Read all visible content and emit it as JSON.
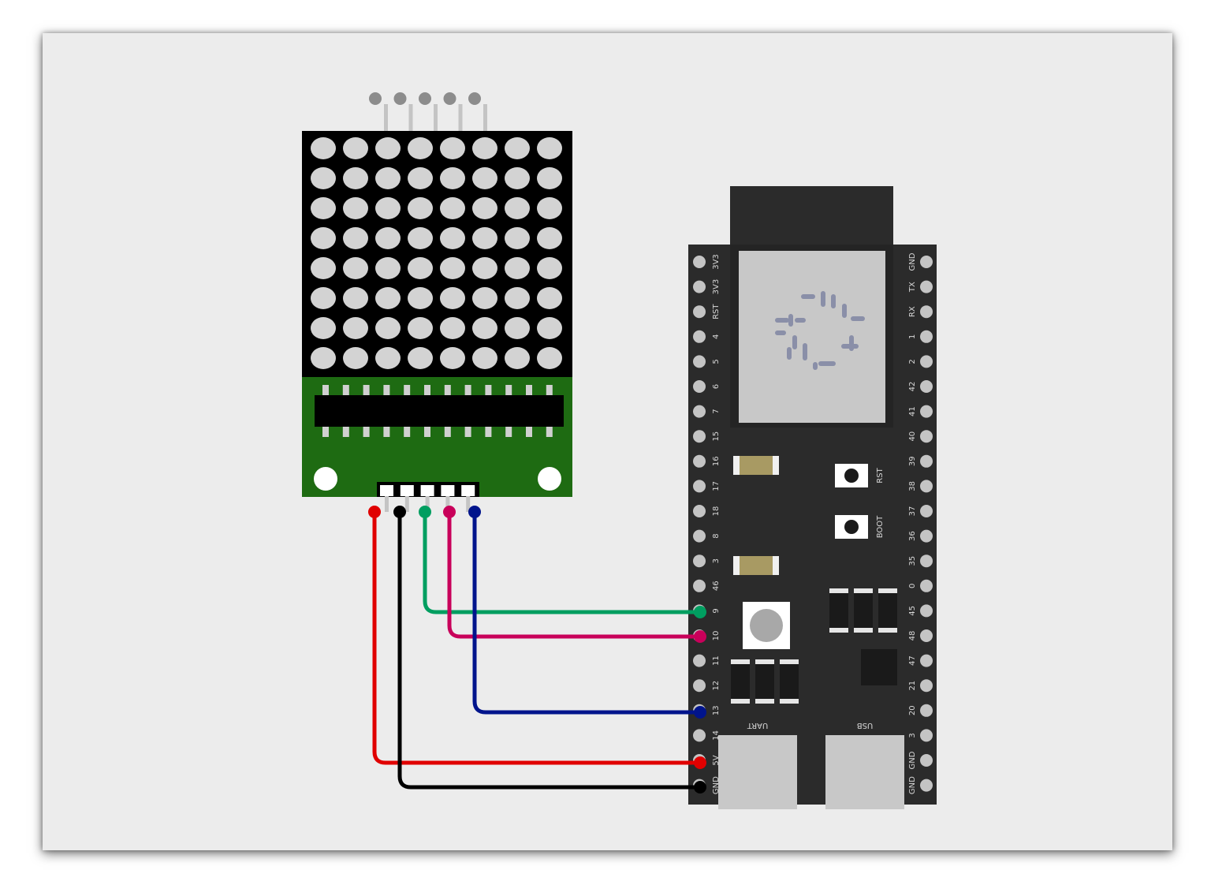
{
  "matrix_module": {
    "rows": 8,
    "cols": 8,
    "header_pin_count": 5,
    "colors": {
      "matrix_bg": "#000000",
      "led_off": "#d3d3d3",
      "pcb": "#1e6b12",
      "chip": "#000000"
    }
  },
  "esp32_board": {
    "left_pins": [
      "3V3",
      "3V3",
      "RST",
      "4",
      "5",
      "6",
      "7",
      "15",
      "16",
      "17",
      "18",
      "8",
      "3",
      "46",
      "9",
      "10",
      "11",
      "12",
      "13",
      "14",
      "5V",
      "GND"
    ],
    "right_pins": [
      "GND",
      "TX",
      "RX",
      "1",
      "2",
      "42",
      "41",
      "40",
      "39",
      "38",
      "37",
      "36",
      "35",
      "0",
      "45",
      "48",
      "47",
      "21",
      "20",
      "3",
      "GND",
      "GND"
    ],
    "buttons": {
      "reset": "RST",
      "boot": "BOOT"
    },
    "usb_ports": {
      "uart": "UART",
      "usb": "USB"
    },
    "colors": {
      "board": "#2b2b2b",
      "module_shield": "#c8c8c8",
      "logo": "#8a8fa8",
      "pin": "#c4c4c4"
    }
  },
  "wires": [
    {
      "name": "wire-5v",
      "color": "#e00000",
      "from": "matrix-pin-1",
      "to": "5V"
    },
    {
      "name": "wire-gnd",
      "color": "#000000",
      "from": "matrix-pin-2",
      "to": "GND"
    },
    {
      "name": "wire-gpio9",
      "color": "#009e60",
      "from": "matrix-pin-3",
      "to": "9"
    },
    {
      "name": "wire-gpio10",
      "color": "#c8005a",
      "from": "matrix-pin-4",
      "to": "10"
    },
    {
      "name": "wire-gpio13",
      "color": "#00148c",
      "from": "matrix-pin-5",
      "to": "13"
    }
  ]
}
